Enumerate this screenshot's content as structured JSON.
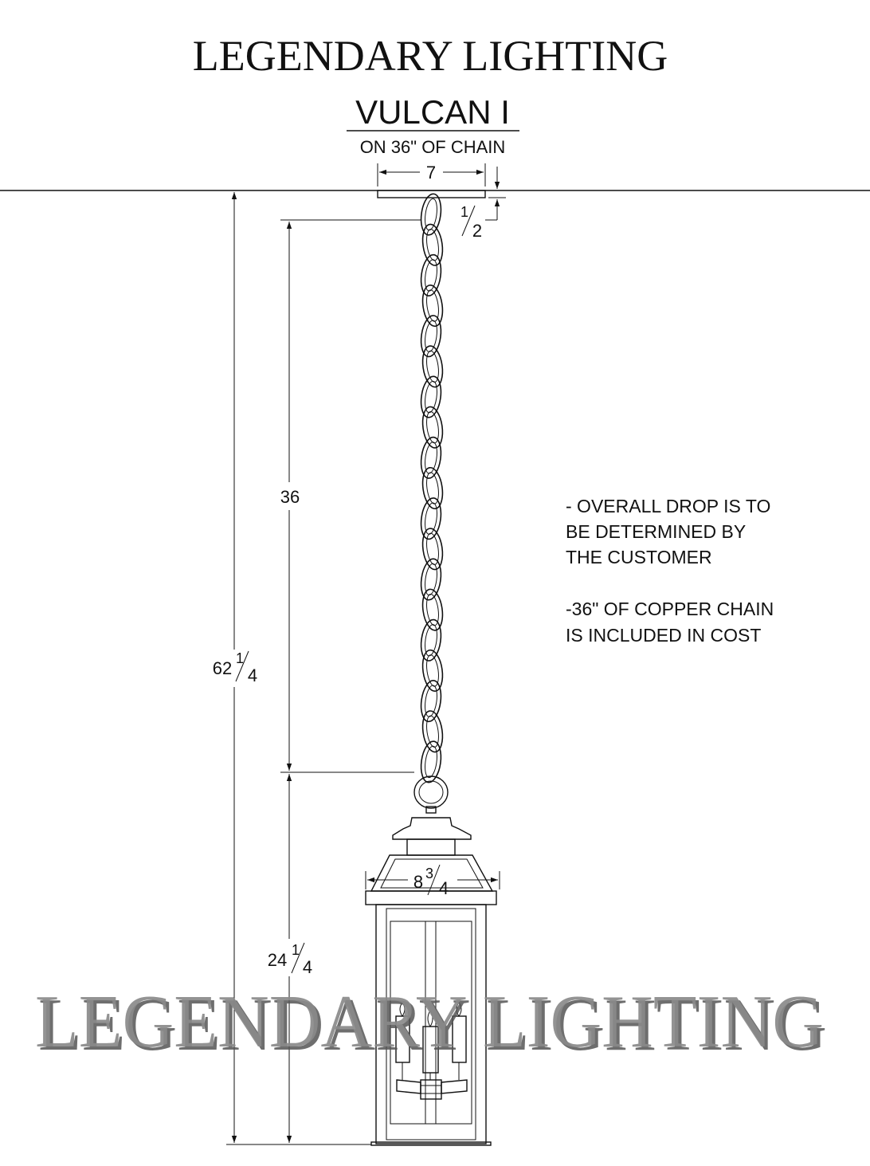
{
  "brand": "LEGENDARY LIGHTING",
  "product": {
    "name": "VULCAN I",
    "subtitle": "ON 36\" OF CHAIN"
  },
  "dimensions": {
    "canopy_width": "7",
    "canopy_height": {
      "num": "1",
      "den": "2"
    },
    "chain_length": "36",
    "overall_drop": {
      "whole": "62",
      "num": "1",
      "den": "4"
    },
    "fixture_width": {
      "whole": "8",
      "num": "3",
      "den": "4"
    },
    "fixture_height": {
      "whole": "24",
      "num": "1",
      "den": "4"
    }
  },
  "notes": [
    "- OVERALL DROP IS TO",
    "BE DETERMINED BY",
    "THE CUSTOMER",
    "",
    "-36\" OF COPPER CHAIN",
    "IS INCLUDED IN COST"
  ],
  "watermark": "LEGENDARY LIGHTING",
  "colors": {
    "line": "#111111",
    "watermark_fill": "#8a8a8a",
    "watermark_shadow": "#555555"
  }
}
